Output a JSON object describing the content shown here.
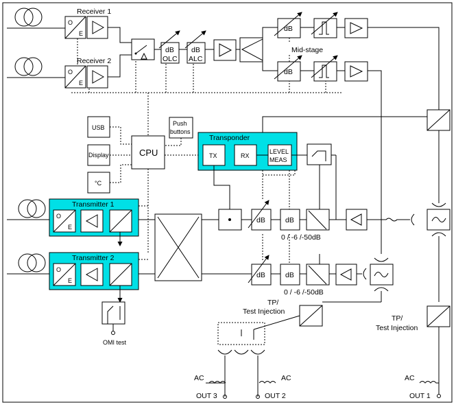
{
  "blocks": {
    "receiver1": "Receiver 1",
    "receiver2": "Receiver 2",
    "transponder": "Transponder",
    "transmitter1": "Transmitter 1",
    "transmitter2": "Transmitter 2",
    "cpu": "CPU",
    "usb": "USB",
    "display": "Display",
    "temperature": "°C",
    "push_line1": "Push",
    "push_line2": "buttons",
    "tx": "TX",
    "rx": "RX",
    "level_line1": "LEVEL",
    "level_line2": "MEAS"
  },
  "labels": {
    "o": "O",
    "e": "E",
    "db": "dB",
    "olc": "OLC",
    "alc": "ALC",
    "mid_stage": "Mid-stage",
    "atten_range": "0 / -6 /-50dB",
    "tp_line1": "TP/",
    "tp_line2": "Test Injection",
    "omi_test": "OMI test",
    "ac": "AC",
    "out1": "OUT 1",
    "out2": "OUT 2",
    "out3": "OUT 3"
  },
  "colors": {
    "accent": "#00e0e6",
    "line": "#000000"
  }
}
